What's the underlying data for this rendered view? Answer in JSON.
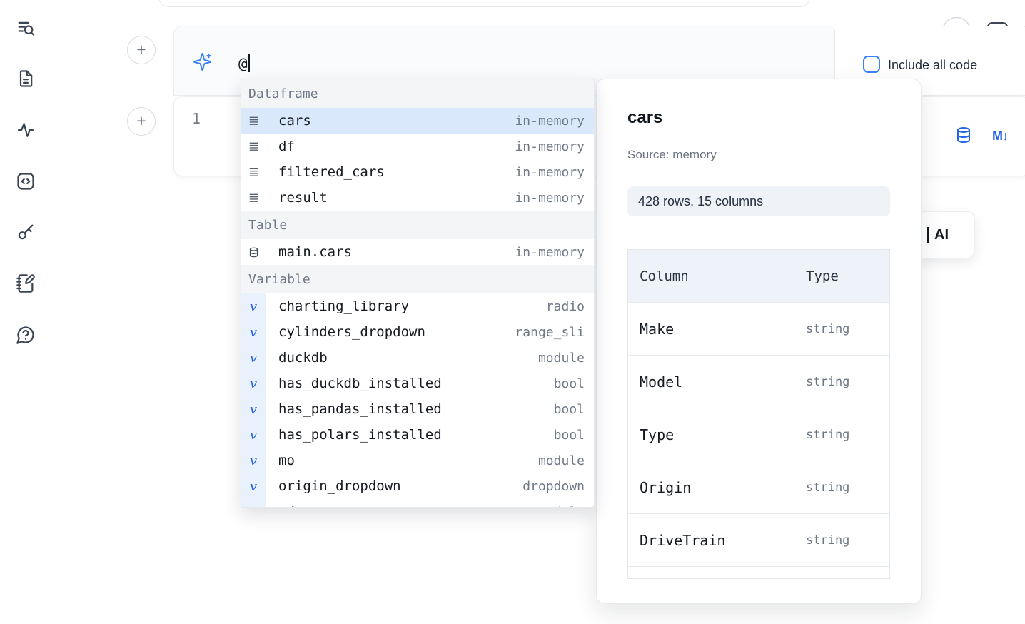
{
  "colors": {
    "accent": "#2563eb",
    "selection_bg": "#d9e8fb",
    "section_header_bg": "#f4f5f6",
    "panel_pill_bg": "#eff3f8"
  },
  "icons": {
    "variable_glyph": "v",
    "plus_glyph": "+",
    "markdown_badge": "M↓",
    "sidebar": [
      "list-search-icon",
      "document-icon",
      "activity-icon",
      "code-panel-icon",
      "key-icon",
      "notebook-pen-icon",
      "help-circle-icon"
    ]
  },
  "ai_prompt": {
    "value": "@",
    "include_all_code_label": "Include all code"
  },
  "cell": {
    "line_number": "1"
  },
  "ai_button": {
    "label": "AI"
  },
  "completion": {
    "sections": [
      {
        "label": "Dataframe",
        "items": [
          {
            "name": "cars",
            "type": "in-memory"
          },
          {
            "name": "df",
            "type": "in-memory"
          },
          {
            "name": "filtered_cars",
            "type": "in-memory"
          },
          {
            "name": "result",
            "type": "in-memory"
          }
        ]
      },
      {
        "label": "Table",
        "items": [
          {
            "name": "main.cars",
            "type": "in-memory"
          }
        ]
      },
      {
        "label": "Variable",
        "items": [
          {
            "name": "charting_library",
            "type": "radio"
          },
          {
            "name": "cylinders_dropdown",
            "type": "range_sli"
          },
          {
            "name": "duckdb",
            "type": "module"
          },
          {
            "name": "has_duckdb_installed",
            "type": "bool"
          },
          {
            "name": "has_pandas_installed",
            "type": "bool"
          },
          {
            "name": "has_polars_installed",
            "type": "bool"
          },
          {
            "name": "mo",
            "type": "module"
          },
          {
            "name": "origin_dropdown",
            "type": "dropdown"
          },
          {
            "name": "pd",
            "type": "module"
          }
        ]
      }
    ]
  },
  "preview": {
    "title": "cars",
    "source": "Source: memory",
    "shape": "428 rows, 15 columns",
    "table": {
      "headers": [
        "Column",
        "Type"
      ],
      "rows": [
        [
          "Make",
          "string"
        ],
        [
          "Model",
          "string"
        ],
        [
          "Type",
          "string"
        ],
        [
          "Origin",
          "string"
        ],
        [
          "DriveTrain",
          "string"
        ]
      ]
    }
  }
}
